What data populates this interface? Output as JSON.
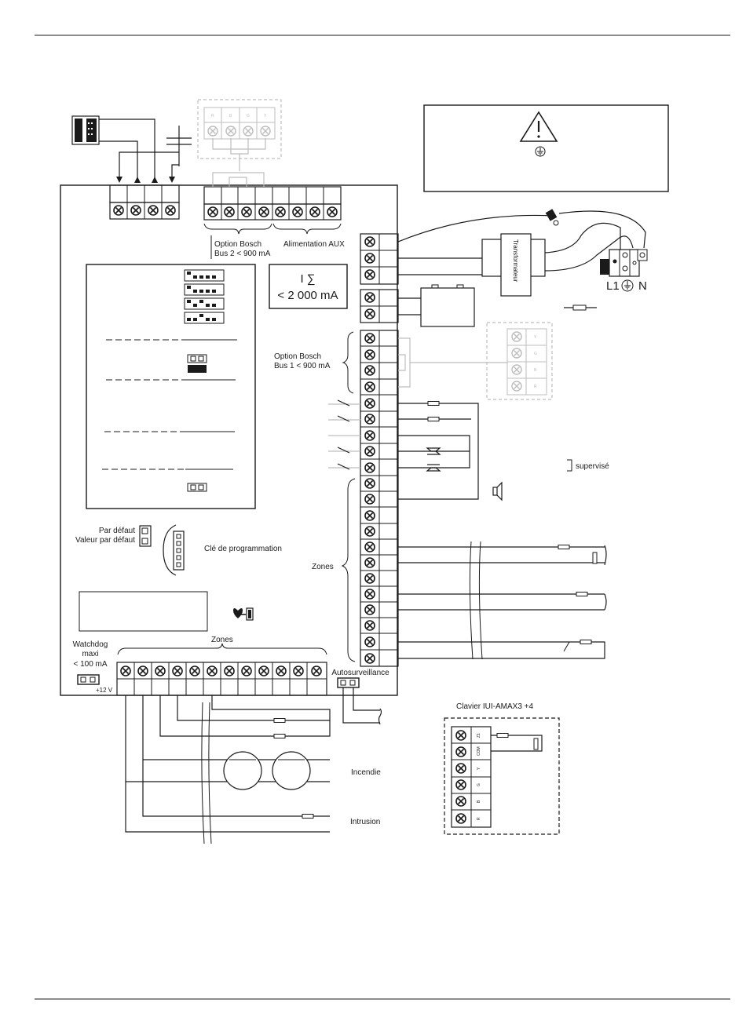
{
  "panel_labels": {
    "option_bosch_bus2_line1": "Option Bosch",
    "option_bosch_bus2_line2": "Bus 2 < 900 mA",
    "alimentation_aux": "Alimentation AUX",
    "current_sum_symbol": "I ∑",
    "current_max": "< 2 000 mA",
    "option_bosch_bus1_line1": "Option Bosch",
    "option_bosch_bus1_line2": "Bus 1 < 900 mA",
    "par_defaut": "Par défaut",
    "valeur_par_defaut": "Valeur par défaut",
    "cle_de_programmation": "Clé de programmation",
    "zones_right": "Zones",
    "zones_bottom": "Zones",
    "watchdog_line1": "Watchdog",
    "watchdog_line2": "maxi",
    "watchdog_line3": "< 100 mA",
    "plus_12v": "+12 V",
    "autosurveillance": "Autosurveillance"
  },
  "external_labels": {
    "transformateur": "Transformateur",
    "l1": "L1",
    "n": "N",
    "supervise": "supervisé",
    "incendie": "Incendie",
    "intrusion": "Intrusion",
    "clavier_title": "Clavier IUI-AMAX3 +4"
  },
  "keypad_terminals": [
    "Z1",
    "COM",
    "Y",
    "G",
    "B",
    "R"
  ],
  "bus_module_terminals_top": [
    "R",
    "B",
    "G",
    "Y"
  ],
  "bus_module_terminals_side": [
    "Y",
    "G",
    "B",
    "R"
  ],
  "warning_box": {
    "icon": "warning-triangle-icon",
    "ground_icon": "ground-symbol-icon"
  },
  "colors": {
    "line": "#1a1a1a",
    "optional": "#bdbdbd"
  }
}
